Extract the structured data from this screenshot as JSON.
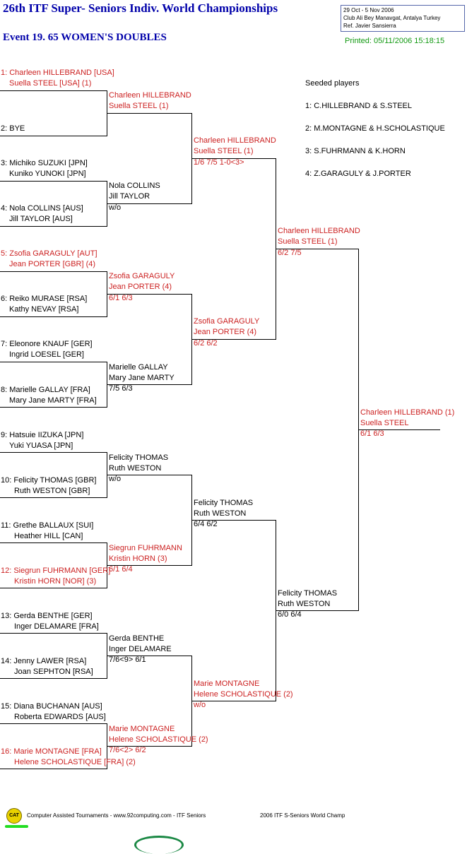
{
  "header": {
    "title": "26th ITF Super- Seniors Indiv. World Championships",
    "event": "Event 19. 65 WOMEN'S DOUBLES",
    "info": [
      "29 Oct - 5 Nov 2006",
      "Club Ali Bey Manavgat, Antalya   Turkey",
      "Ref. Javier Sansierra"
    ],
    "printed": "Printed: 05/11/2006 15:18:15"
  },
  "seeded": {
    "heading": "Seeded players",
    "list": [
      "1: C.HILLEBRAND & S.STEEL",
      "2: M.MONTAGNE & H.SCHOLASTIQUE",
      "3: S.FUHRMANN & K.HORN",
      "4: Z.GARAGULY & J.PORTER"
    ]
  },
  "round1": [
    {
      "l1": "1: Charleen HILLEBRAND [USA]",
      "l2": "Suella STEEL [USA] (1)",
      "red": true
    },
    {
      "l1": "",
      "l2": "2: BYE",
      "red": false
    },
    {
      "l1": "3: Michiko SUZUKI [JPN]",
      "l2": "Kuniko YUNOKI [JPN]",
      "red": false
    },
    {
      "l1": "4: Nola COLLINS [AUS]",
      "l2": "Jill TAYLOR [AUS]",
      "red": false
    },
    {
      "l1": "5: Zsofia GARAGULY [AUT]",
      "l2": "Jean PORTER [GBR] (4)",
      "red": true
    },
    {
      "l1": "6: Reiko MURASE [RSA]",
      "l2": "Kathy NEVAY [RSA]",
      "red": false
    },
    {
      "l1": "7: Eleonore KNAUF [GER]",
      "l2": "Ingrid LOESEL [GER]",
      "red": false
    },
    {
      "l1": "8: Marielle GALLAY [FRA]",
      "l2": "Mary Jane MARTY [FRA]",
      "red": false
    },
    {
      "l1": "9: Hatsuie IIZUKA [JPN]",
      "l2": "Yuki YUASA [JPN]",
      "red": false
    },
    {
      "l1": "10: Felicity THOMAS [GBR]",
      "l2": "Ruth WESTON [GBR]",
      "red": false
    },
    {
      "l1": "11: Grethe BALLAUX [SUI]",
      "l2": "Heather HILL [CAN]",
      "red": false
    },
    {
      "l1": "12: Siegrun FUHRMANN [GER]",
      "l2": "Kristin HORN [NOR] (3)",
      "red": true
    },
    {
      "l1": "13: Gerda BENTHE [GER]",
      "l2": "Inger DELAMARE [FRA]",
      "red": false
    },
    {
      "l1": "14: Jenny LAWER [RSA]",
      "l2": "Joan SEPHTON [RSA]",
      "red": false
    },
    {
      "l1": "15: Diana BUCHANAN [AUS]",
      "l2": "Roberta EDWARDS [AUS]",
      "red": false
    },
    {
      "l1": "16: Marie MONTAGNE [FRA]",
      "l2": "Helene SCHOLASTIQUE [FRA] (2)",
      "red": true
    }
  ],
  "round2": [
    {
      "l1": "Charleen HILLEBRAND",
      "l2": "Suella STEEL (1)",
      "score": "",
      "red": true
    },
    {
      "l1": "Nola COLLINS",
      "l2": "Jill TAYLOR",
      "score": "w/o",
      "red": false
    },
    {
      "l1": "Zsofia GARAGULY",
      "l2": "Jean PORTER (4)",
      "score": "6/1 6/3",
      "red": true
    },
    {
      "l1": "Marielle GALLAY",
      "l2": "Mary Jane MARTY",
      "score": "7/5 6/3",
      "red": false
    },
    {
      "l1": "Felicity THOMAS",
      "l2": "Ruth WESTON",
      "score": "w/o",
      "red": false
    },
    {
      "l1": "Siegrun FUHRMANN",
      "l2": "Kristin HORN (3)",
      "score": "6/1 6/4",
      "red": true
    },
    {
      "l1": "Gerda BENTHE",
      "l2": "Inger DELAMARE",
      "score": "7/6<9> 6/1",
      "red": false
    },
    {
      "l1": "Marie MONTAGNE",
      "l2": "Helene SCHOLASTIQUE (2)",
      "score": "7/6<2> 6/2",
      "red": true
    }
  ],
  "round3": [
    {
      "l1": "Charleen HILLEBRAND",
      "l2": "Suella STEEL (1)",
      "score": "1/6 7/5 1-0<3>",
      "red": true
    },
    {
      "l1": "Zsofia GARAGULY",
      "l2": "Jean PORTER (4)",
      "score": "6/2 6/2",
      "red": true
    },
    {
      "l1": "Felicity THOMAS",
      "l2": "Ruth WESTON",
      "score": "6/4 6/2",
      "red": false
    },
    {
      "l1": "Marie MONTAGNE",
      "l2": "Helene SCHOLASTIQUE (2)",
      "score": "w/o",
      "red": true
    }
  ],
  "round4": [
    {
      "l1": "Charleen HILLEBRAND",
      "l2": "Suella STEEL (1)",
      "score": "6/2 7/5",
      "red": true
    },
    {
      "l1": "Felicity THOMAS",
      "l2": "Ruth WESTON",
      "score": "6/0 6/4",
      "red": false
    }
  ],
  "final": {
    "l1": "Charleen HILLEBRAND (1)",
    "l2": "Suella STEEL",
    "score": "6/1 6/3",
    "red": true
  },
  "footer": {
    "cat_badge": "CAT",
    "text1": "Computer Assisted Tournaments - www.92computing.com -  ITF Seniors",
    "text2": "2006 ITF S-Seniors World Champ"
  }
}
